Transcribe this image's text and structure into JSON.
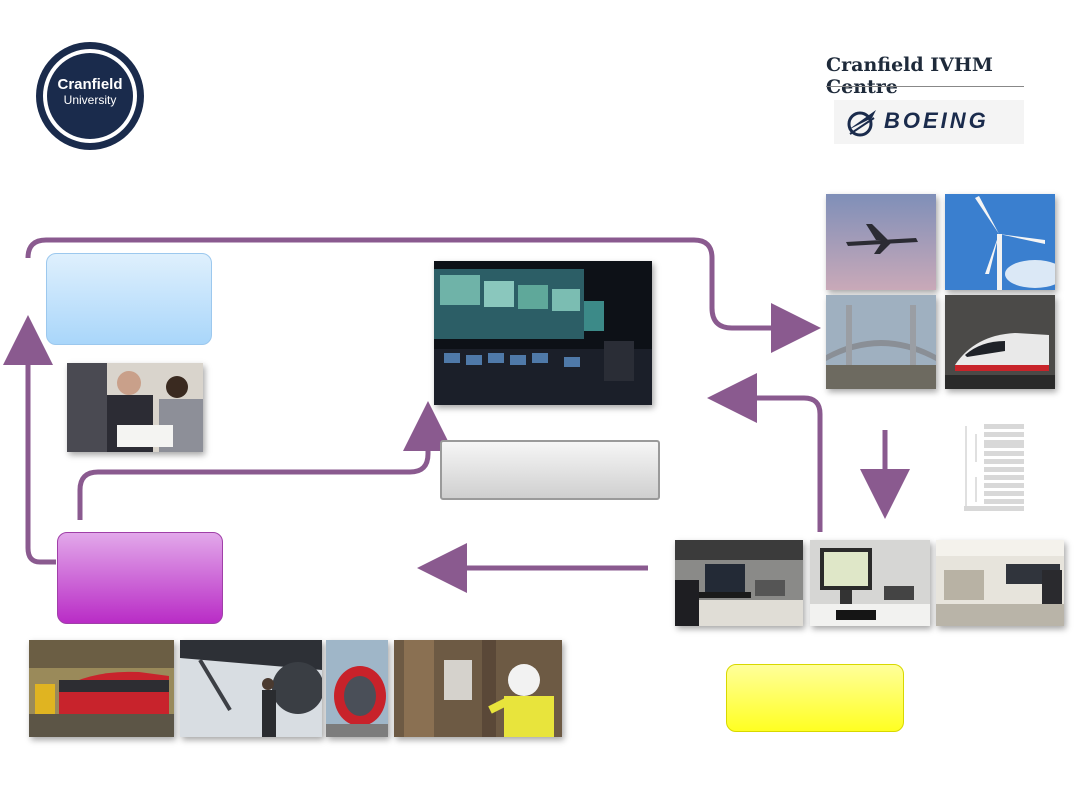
{
  "header": {
    "university_logo": {
      "line1": "Cranfield",
      "line2": "University",
      "ring_color": "#1a2b4c"
    },
    "centre_name": "Cranfield IVHM Centre",
    "partner_logo": {
      "wordmark": "BOEING",
      "icon": "boeing-symbol-icon",
      "color": "#1a2b4c"
    }
  },
  "diagram": {
    "arrow_color": "#8a5a8f",
    "boxes": {
      "top_left": {
        "label": "",
        "fill": "#bfe2fb"
      },
      "center_grey": {
        "label": "",
        "fill": "#dcdcdc"
      },
      "magenta": {
        "label": "",
        "fill": "#c94fd6"
      },
      "yellow": {
        "label": "",
        "fill": "#ffff44"
      }
    },
    "photos": [
      {
        "name": "meeting-photo",
        "subject": "business meeting"
      },
      {
        "name": "control-room-photo",
        "subject": "operations control room"
      },
      {
        "name": "aircraft-photo",
        "subject": "aircraft in flight"
      },
      {
        "name": "wind-turbine-photo",
        "subject": "wind turbine"
      },
      {
        "name": "bridge-photo",
        "subject": "bridge"
      },
      {
        "name": "train-photo",
        "subject": "high speed train"
      },
      {
        "name": "lab-laptop-photo",
        "subject": "lab test bench"
      },
      {
        "name": "lab-monitor-photo",
        "subject": "lab monitor"
      },
      {
        "name": "lab-room-photo",
        "subject": "laboratory"
      },
      {
        "name": "train-depot-photo",
        "subject": "train maintenance depot"
      },
      {
        "name": "aircraft-maintenance-photo",
        "subject": "aircraft engine maintenance"
      },
      {
        "name": "jet-engine-photo",
        "subject": "jet engine"
      },
      {
        "name": "field-worker-photo",
        "subject": "field engineer"
      }
    ]
  }
}
